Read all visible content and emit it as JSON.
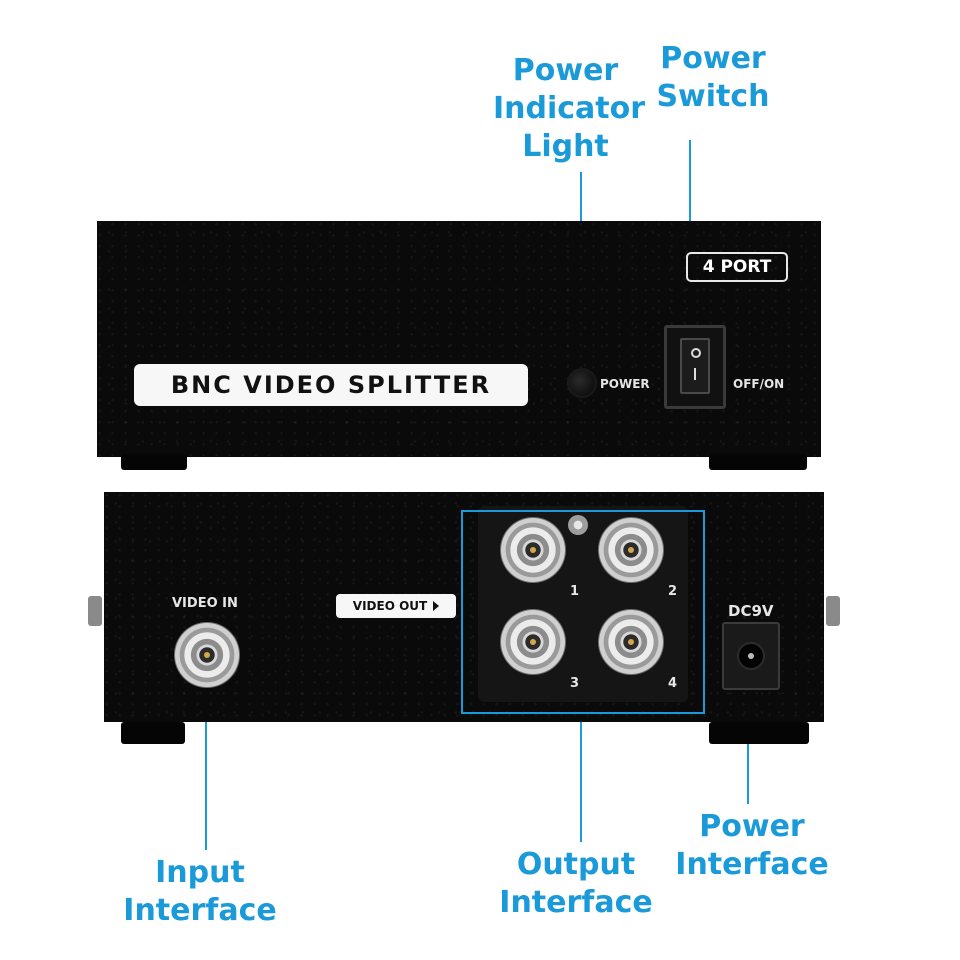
{
  "callouts": {
    "power_indicator": "Power\nIndicator\nLight",
    "power_switch": "Power\nSwitch",
    "input_interface": "Input\nInterface",
    "output_interface": "Output\nInterface",
    "power_interface": "Power\nInterface"
  },
  "front_panel": {
    "name_plate": "BNC VIDEO SPLITTER",
    "port_badge": "4 PORT",
    "power_label": "POWER",
    "switch_label": "OFF/ON"
  },
  "rear_panel": {
    "video_in_label": "VIDEO IN",
    "video_out_label": "VIDEO OUT",
    "dc_label": "DC9V",
    "port_numbers": [
      "1",
      "2",
      "3",
      "4"
    ]
  },
  "colors": {
    "accent": "#1a9ad9",
    "device": "#0a0a0a",
    "label_bg": "#f7f7f7"
  }
}
